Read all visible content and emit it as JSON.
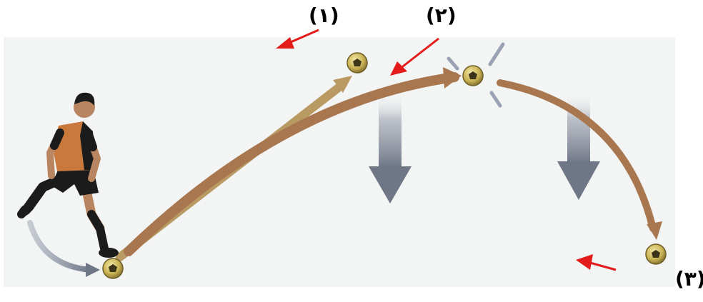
{
  "labels": {
    "label_1": "(١)",
    "label_2": "(٢)",
    "label_3": "(٣)"
  },
  "colors": {
    "background": "#ffffff",
    "photo_backdrop": "#f1f2f2",
    "trajectory_brown": "#a9774f",
    "trajectory_light": "#b99a62",
    "gravity_arrow": "#7a8190",
    "pointer_arrow": "#e41b1b",
    "label_text": "#000000",
    "ball": "#c9b253",
    "player_shirt": "#c8793b",
    "player_dark": "#1b1b1b",
    "player_skin": "#b98560"
  }
}
